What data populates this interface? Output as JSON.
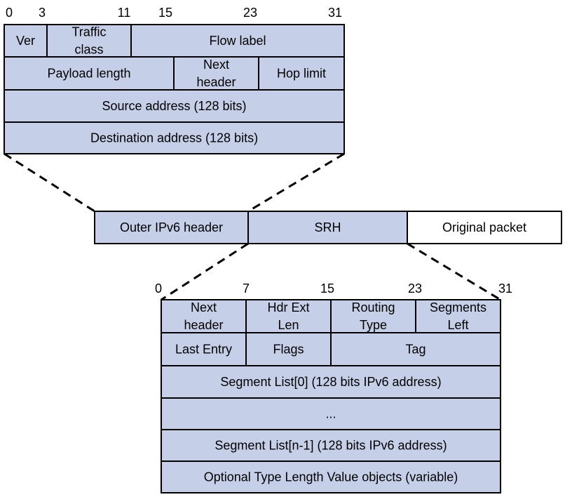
{
  "colors": {
    "field_fill": "#c5d0e8",
    "plain_fill": "#ffffff",
    "stroke": "#000000"
  },
  "ipv6_header": {
    "bit_markers": [
      "0",
      "3",
      "11",
      "15",
      "23",
      "31"
    ],
    "fields": [
      {
        "id": "ver",
        "lines": [
          "Ver"
        ]
      },
      {
        "id": "traffic-class",
        "lines": [
          "Traffic",
          "class"
        ]
      },
      {
        "id": "flow-label",
        "lines": [
          "Flow label"
        ]
      },
      {
        "id": "payload-length",
        "lines": [
          "Payload length"
        ]
      },
      {
        "id": "next-header",
        "lines": [
          "Next",
          "header"
        ]
      },
      {
        "id": "hop-limit",
        "lines": [
          "Hop limit"
        ]
      },
      {
        "id": "source-address",
        "lines": [
          "Source address (128 bits)"
        ]
      },
      {
        "id": "destination-address",
        "lines": [
          "Destination address (128 bits)"
        ]
      }
    ]
  },
  "packet": {
    "segments": [
      {
        "id": "outer-ipv6-header",
        "label": "Outer IPv6 header",
        "highlight": true
      },
      {
        "id": "srh",
        "label": "SRH",
        "highlight": true
      },
      {
        "id": "original-packet",
        "label": "Original packet",
        "highlight": false
      }
    ]
  },
  "srh_header": {
    "bit_markers": [
      "0",
      "7",
      "15",
      "23",
      "31"
    ],
    "fields": [
      {
        "id": "next-header",
        "lines": [
          "Next",
          "header"
        ]
      },
      {
        "id": "hdr-ext-len",
        "lines": [
          "Hdr Ext",
          "Len"
        ]
      },
      {
        "id": "routing-type",
        "lines": [
          "Routing",
          "Type"
        ]
      },
      {
        "id": "segments-left",
        "lines": [
          "Segments",
          "Left"
        ]
      },
      {
        "id": "last-entry",
        "lines": [
          "Last Entry"
        ]
      },
      {
        "id": "flags",
        "lines": [
          "Flags"
        ]
      },
      {
        "id": "tag",
        "lines": [
          "Tag"
        ]
      },
      {
        "id": "segment-list-0",
        "lines": [
          "Segment List[0] (128 bits IPv6 address)"
        ]
      },
      {
        "id": "ellipsis",
        "lines": [
          "..."
        ]
      },
      {
        "id": "segment-list-n-1",
        "lines": [
          "Segment List[n-1] (128 bits IPv6 address)"
        ]
      },
      {
        "id": "optional-tlv",
        "lines": [
          "Optional Type Length Value objects (variable)"
        ]
      }
    ]
  }
}
